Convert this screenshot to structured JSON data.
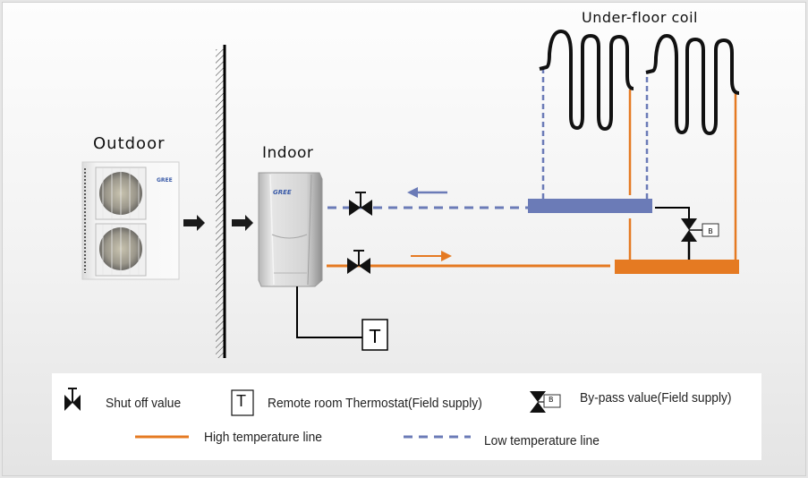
{
  "diagram": {
    "title_outdoor": "Outdoor",
    "title_indoor": "Indoor",
    "title_coil": "Under-floor coil",
    "brand_label": "GREE",
    "thermostat_symbol": "T",
    "bypass_symbol": "B",
    "colors": {
      "high_temperature": "#e57a22",
      "low_temperature": "#6b7bb7",
      "symbol": "#111111"
    }
  },
  "legend": {
    "shutoff_label": "Shut off value",
    "thermostat_label": "Remote room Thermostat(Field supply)",
    "thermostat_symbol": "T",
    "bypass_label": "By-pass value(Field supply)",
    "bypass_symbol": "B",
    "high_line_label": "High temperature line",
    "low_line_label": "Low temperature line"
  }
}
